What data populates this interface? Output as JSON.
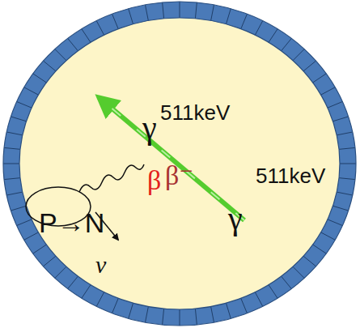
{
  "diagram": {
    "labels": [
      "511keV",
      "511keV",
      "γ",
      "γ",
      "β",
      "β⁻",
      "P→N",
      "ν"
    ]
  }
}
